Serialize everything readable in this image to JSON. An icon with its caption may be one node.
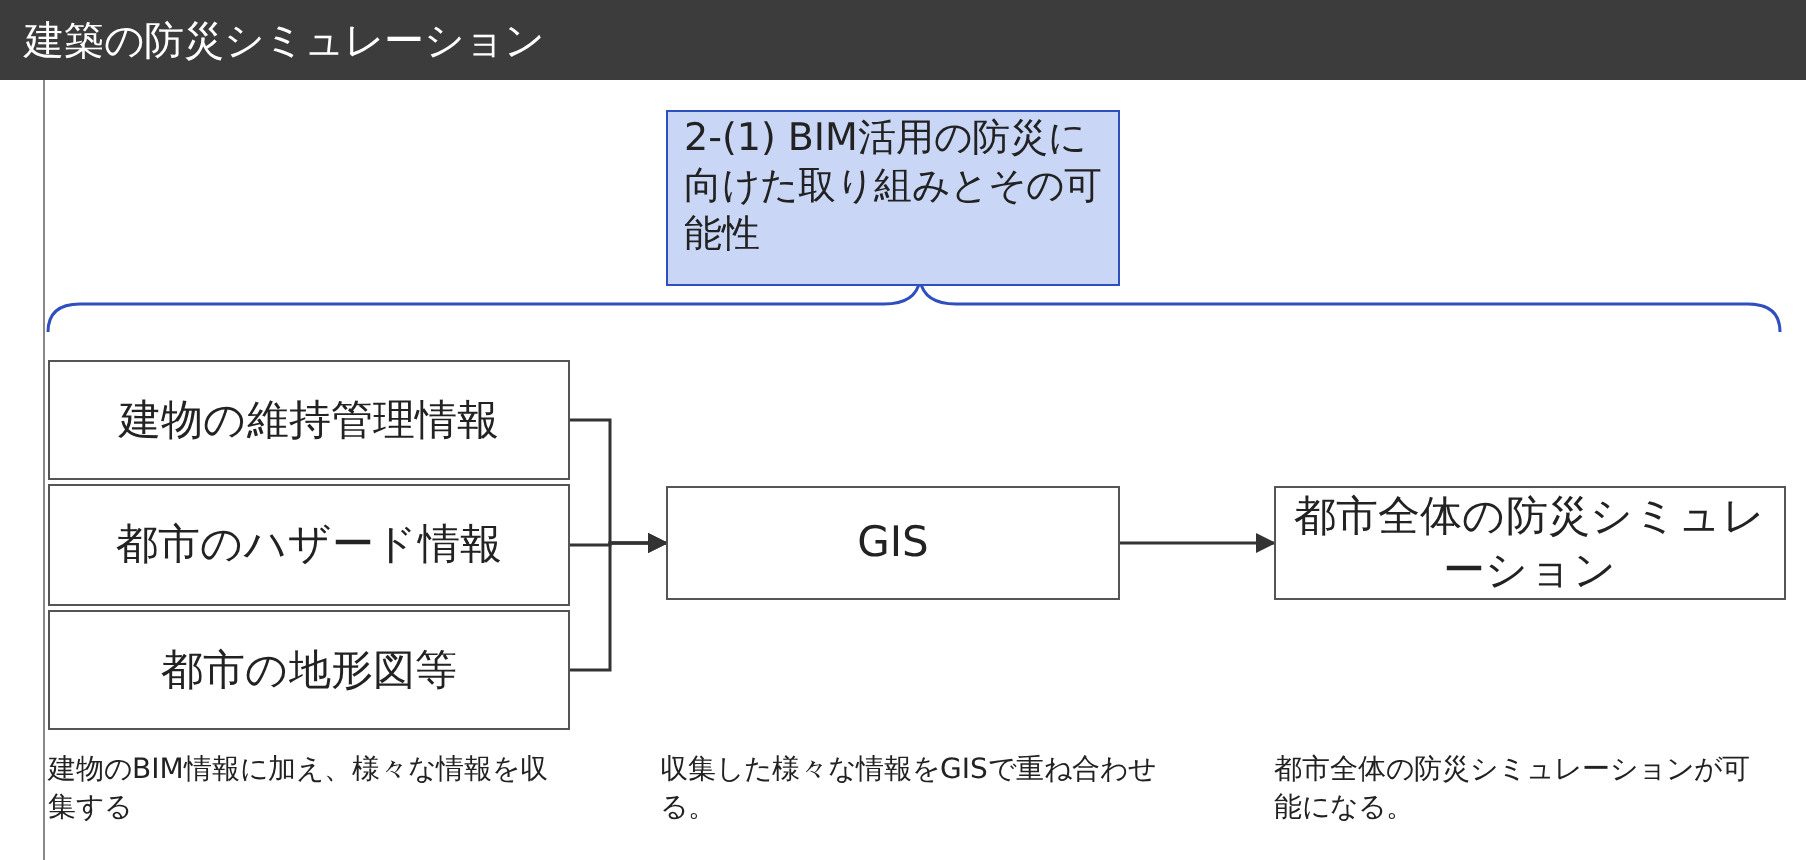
{
  "diagram": {
    "title": "建築の防災シミュレーション",
    "nodes": [
      {
        "text": [
          "2-(1) BIM活用の防災に向けた取り組みとその可能性"
        ]
      },
      {
        "text": [
          "建物の維持管理情報"
        ]
      },
      {
        "text": [
          "都市のハザード情報"
        ]
      },
      {
        "text": [
          "都市の地形図等"
        ]
      },
      {
        "text": [
          "GIS"
        ]
      },
      {
        "text": [
          "都市全体の防災シミュレーション"
        ]
      }
    ],
    "edges": [
      {
        "from": 1,
        "to": 4,
        "arrow": "to"
      },
      {
        "from": 2,
        "to": 4,
        "arrow": "to"
      },
      {
        "from": 3,
        "to": 4,
        "arrow": "to"
      },
      {
        "from": 4,
        "to": 5,
        "arrow": "to"
      }
    ],
    "labels": [
      "建物のBIM情報に加え、様々な情報を収集する",
      "収集した様々な情報をGISで重ね合わせる。",
      "都市全体の防災シミュレーションが可能になる。"
    ]
  }
}
